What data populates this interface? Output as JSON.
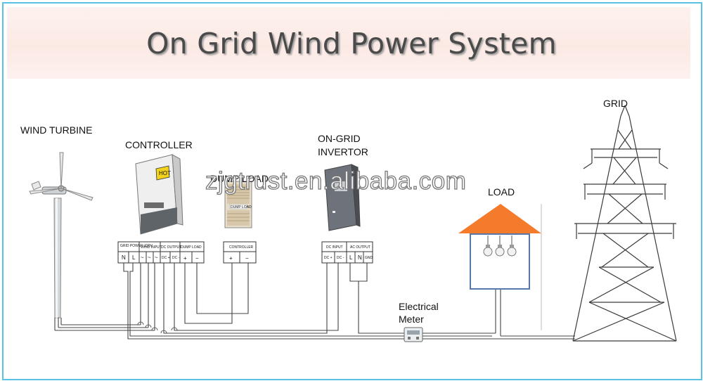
{
  "title": "On Grid Wind Power System",
  "labels": {
    "wind_turbine": "WIND TURBINE",
    "controller": "CONTROLLER",
    "dump_load": "DUMP LOAD",
    "inverter_line1": "ON-GRID",
    "inverter_line2": "INVERTOR",
    "load": "LOAD",
    "grid": "GRID",
    "meter_line1": "Electrical",
    "meter_line2": "Meter"
  },
  "watermark": "zjgtrust.en.alibaba.com",
  "device_plates": {
    "controller_warning": "HOT",
    "dump_load_plate": "DUMP LOAD"
  },
  "terminals": {
    "controller_groups": [
      "GRID POWER 220V",
      "WIND INPUT",
      "DC OUTPUT",
      "DUMP LOAD"
    ],
    "controller_pins": [
      "N",
      "L",
      "~",
      "~",
      "~",
      "DC +",
      "DC -",
      "+",
      "−"
    ],
    "dump_load_group": "CONTROLLER",
    "dump_load_pins": [
      "+",
      "−"
    ],
    "inverter_groups": [
      "DC INPUT",
      "AC OUTPUT"
    ],
    "inverter_pins": [
      "DC +",
      "DC -",
      "L",
      "N",
      "GND"
    ]
  },
  "colors": {
    "frame": "#5bc1e6",
    "title_band": "#fbe9e4",
    "roof": "#f47a2c",
    "house": "#5577aa",
    "wire": "#444444",
    "device": "#eeeeee",
    "inverter": "#6b7078"
  }
}
